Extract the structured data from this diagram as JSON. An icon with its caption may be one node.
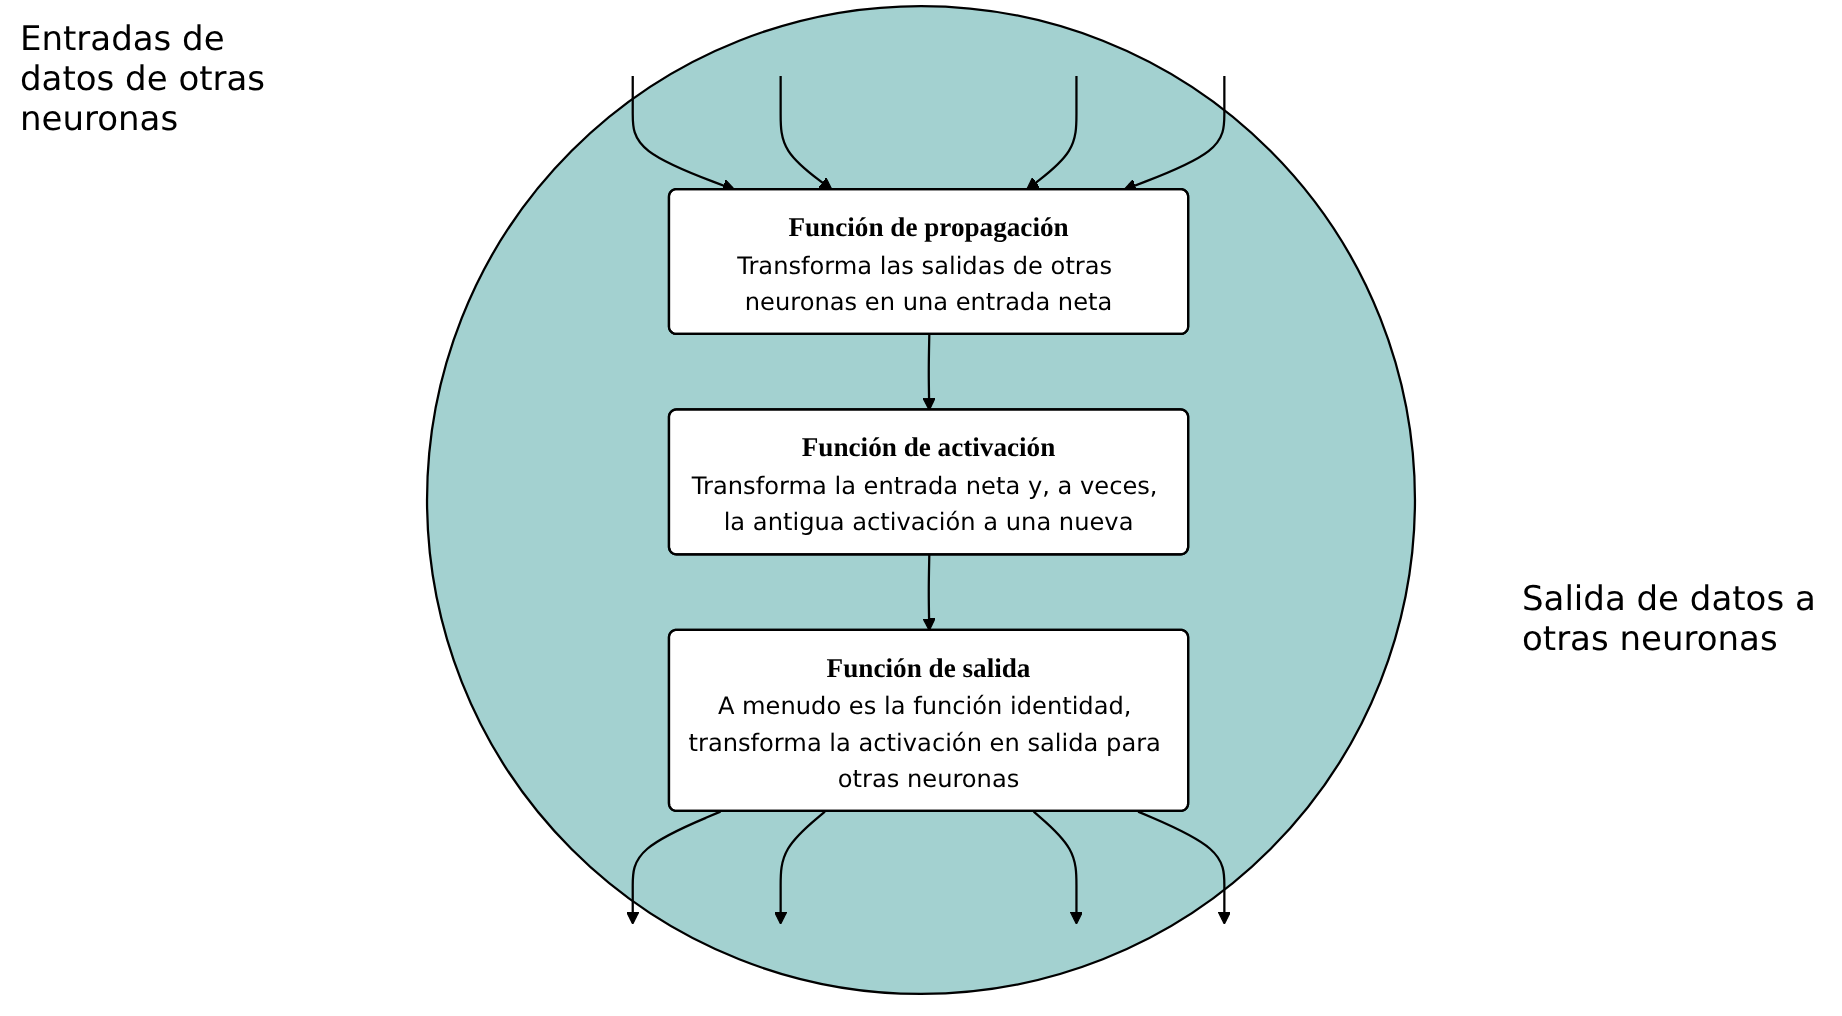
{
  "diagram": {
    "nodes": [
      {
        "text": [],
        "shape": "circle"
      },
      {
        "text": [
          "Función de propagación",
          "Transforma las salidas de otras neuronas en una entrada neta"
        ],
        "in": 0
      },
      {
        "text": [
          "Función de activación",
          "Transforma la entrada neta y, a veces, la antigua activación a una nueva"
        ],
        "in": 0
      },
      {
        "text": [
          "Función de salida",
          "A menudo es la función identidad, transforma la activación en salida para otras neuronas"
        ],
        "in": 0
      }
    ],
    "edges": [
      {
        "from": null,
        "to": 1,
        "arrow": "to"
      },
      {
        "from": null,
        "to": 1,
        "arrow": "to"
      },
      {
        "from": null,
        "to": 1,
        "arrow": "to"
      },
      {
        "from": null,
        "to": 1,
        "arrow": "to"
      },
      {
        "from": 1,
        "to": 2,
        "arrow": "to"
      },
      {
        "from": 2,
        "to": 3,
        "arrow": "to"
      },
      {
        "from": 3,
        "to": null,
        "arrow": "to"
      },
      {
        "from": 3,
        "to": null,
        "arrow": "to"
      },
      {
        "from": 3,
        "to": null,
        "arrow": "to"
      },
      {
        "from": 3,
        "to": null,
        "arrow": "to"
      }
    ],
    "labels": [
      "Entradas de datos de otras neuronas",
      "Salida de datos a otras neuronas"
    ]
  }
}
